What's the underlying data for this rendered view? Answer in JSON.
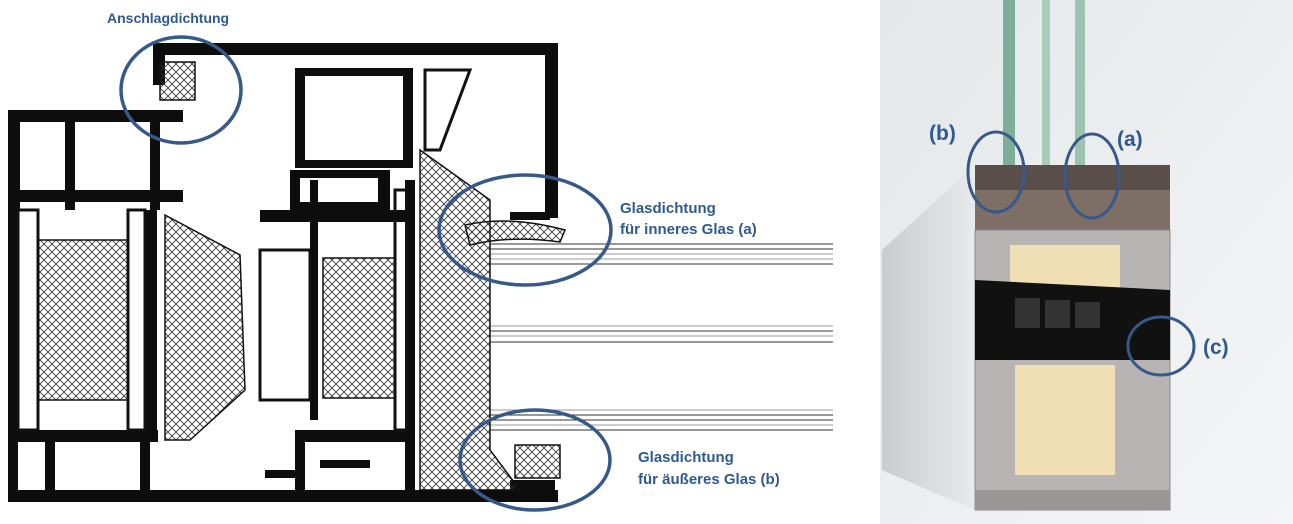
{
  "left_diagram": {
    "label_stop_seal": "Anschlagdichtung",
    "label_inner_glass_seal": [
      "Glasdichtung",
      "für inneres Glas (a)"
    ],
    "label_outer_glass_seal": [
      "Glasdichtung",
      "für äußeres Glas (b)"
    ]
  },
  "right_photo": {
    "marker_b": "(b)",
    "marker_a": "(a)",
    "marker_c": "(c)"
  },
  "colors": {
    "annotation": "#2f5a8f",
    "profile": "#0d0d0d",
    "insulation": "#f1dcb0",
    "glass": "#7fae98"
  }
}
